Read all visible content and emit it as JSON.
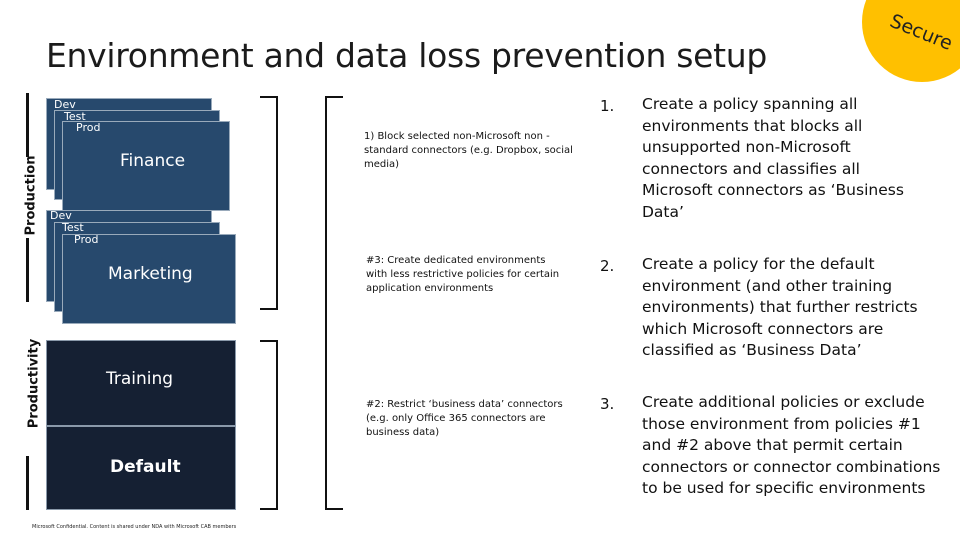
{
  "title": "Environment and data loss prevention setup",
  "badge": {
    "text": "Secure",
    "color": "#ffc000"
  },
  "side_labels": {
    "production": "Production",
    "productivity": "Productivity"
  },
  "groups": [
    {
      "envs": [
        "Dev",
        "Test",
        "Prod"
      ],
      "name": "Finance"
    },
    {
      "envs": [
        "Dev",
        "Test",
        "Prod"
      ],
      "name": "Marketing"
    }
  ],
  "standalone": [
    {
      "name": "Training"
    },
    {
      "name": "Default"
    }
  ],
  "policies": [
    {
      "text": "1) Block selected non-Microsoft non -standard connectors (e.g. Dropbox, social media)"
    },
    {
      "text": "#3: Create dedicated environments with less restrictive policies for certain application environments"
    },
    {
      "text": "#2: Restrict ‘business data’ connectors (e.g. only Office 365 connectors are business data)"
    }
  ],
  "steps": [
    {
      "num": "1.",
      "text": "Create a policy spanning all environments that blocks all unsupported non-Microsoft connectors and classifies all Microsoft connectors as ‘Business Data’"
    },
    {
      "num": "2.",
      "text": "Create a policy for the default environment (and other training environments) that further restricts which Microsoft connectors are classified as ‘Business Data’"
    },
    {
      "num": "3.",
      "text": "Create additional policies or exclude those environment from policies #1 and #2 above that permit certain connectors or connector combinations to be used for specific environments"
    }
  ],
  "footer": "Microsoft Confidential. Content is shared under NDA with Microsoft CAB members",
  "colors": {
    "card": "#27496d",
    "card_dark": "#152033"
  }
}
